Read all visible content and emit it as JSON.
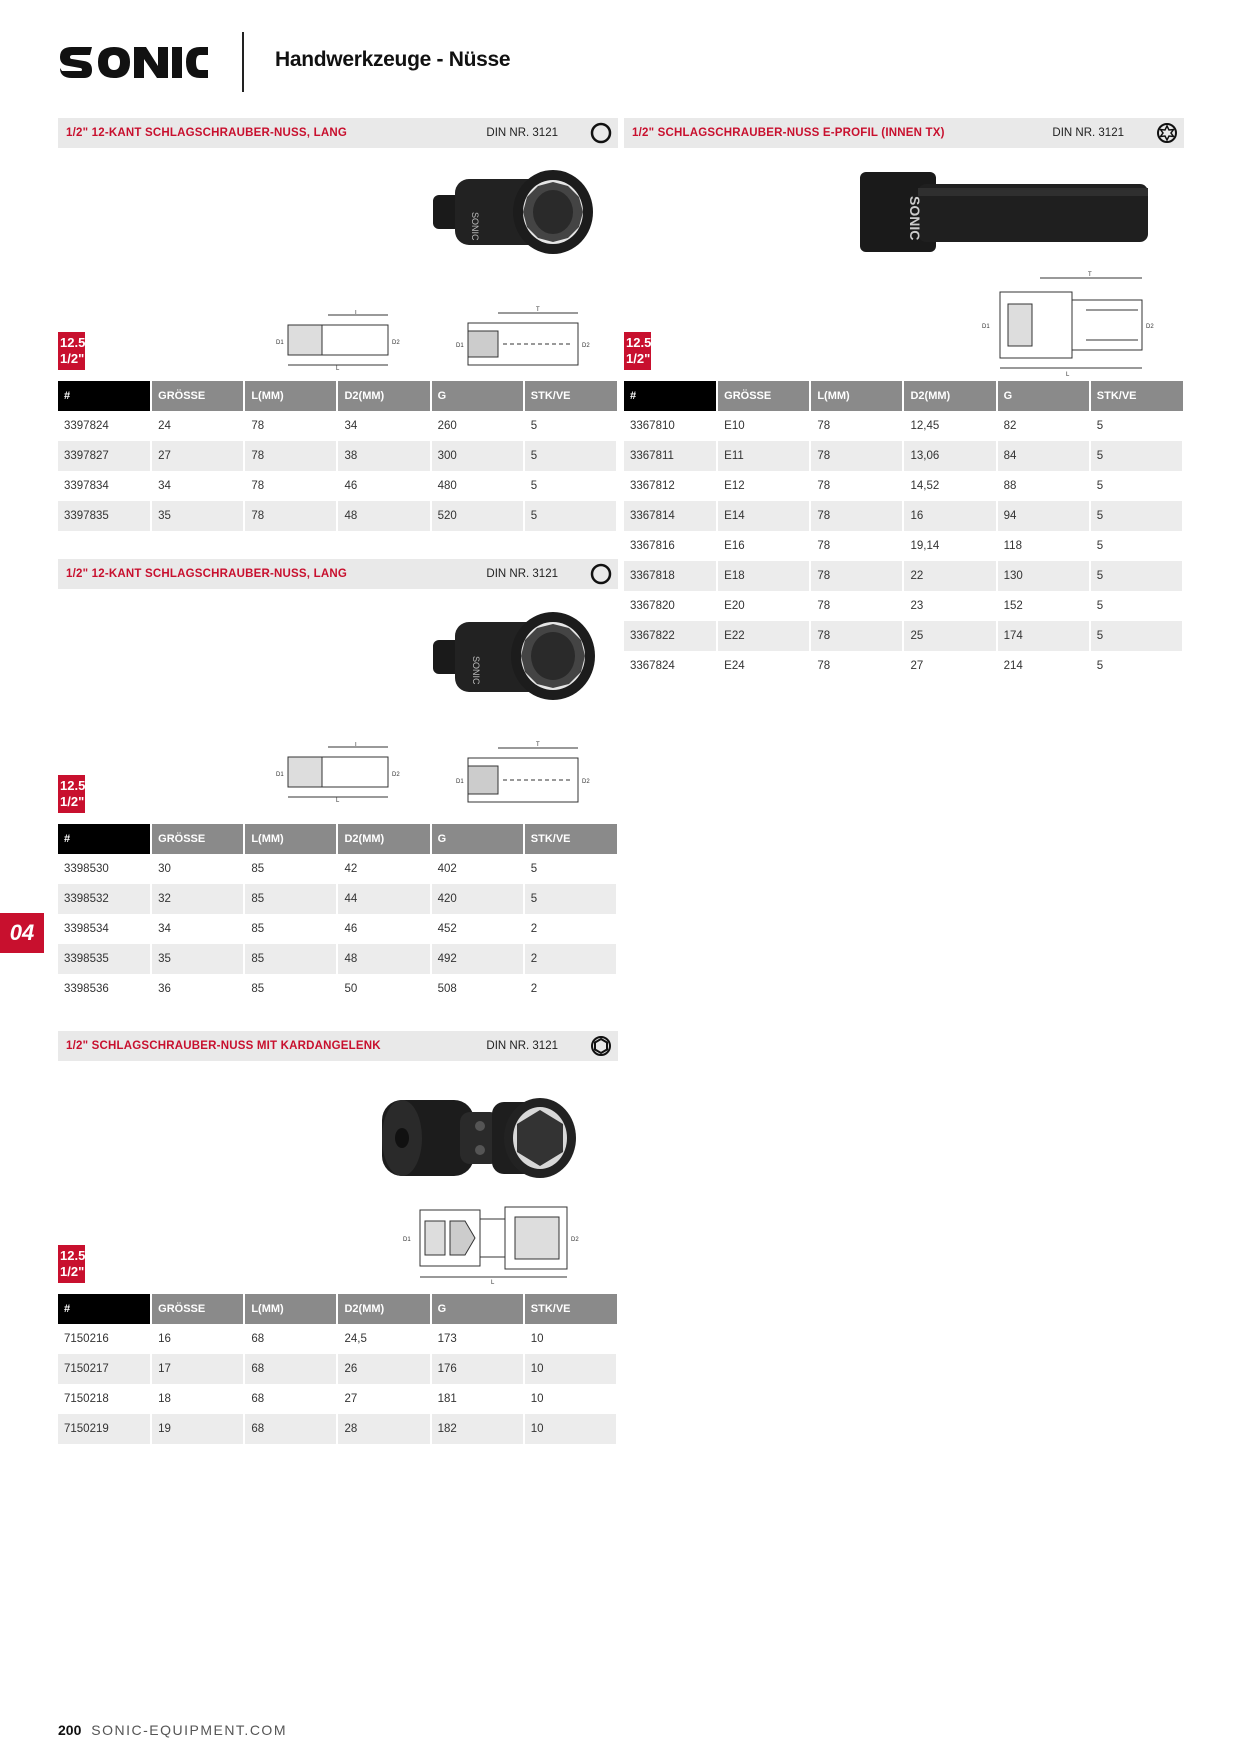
{
  "header": {
    "brand": "SONIC",
    "title": "Handwerkzeuge - Nüsse"
  },
  "chapter": "04",
  "footer": {
    "page_number": "200",
    "website": "SONIC-EQUIPMENT.COM"
  },
  "table_headers": [
    "#",
    "GRÖSSE",
    "L(MM)",
    "D2(MM)",
    "G",
    "STK/VE"
  ],
  "sections": [
    {
      "title": "1/2\" 12-KANT SCHLAGSCHRAUBER-NUSS, LANG",
      "din": "DIN NR. 3121",
      "drive_icon": "12-point-socket-icon",
      "badge_mm": "12.5",
      "badge_inch": "1/2\"",
      "rows": [
        [
          "3397824",
          "24",
          "78",
          "34",
          "260",
          "5"
        ],
        [
          "3397827",
          "27",
          "78",
          "38",
          "300",
          "5"
        ],
        [
          "3397834",
          "34",
          "78",
          "46",
          "480",
          "5"
        ],
        [
          "3397835",
          "35",
          "78",
          "48",
          "520",
          "5"
        ]
      ]
    },
    {
      "title": "1/2\" 12-KANT SCHLAGSCHRAUBER-NUSS, LANG",
      "din": "DIN NR. 3121",
      "drive_icon": "12-point-socket-icon",
      "badge_mm": "12.5",
      "badge_inch": "1/2\"",
      "rows": [
        [
          "3398530",
          "30",
          "85",
          "42",
          "402",
          "5"
        ],
        [
          "3398532",
          "32",
          "85",
          "44",
          "420",
          "5"
        ],
        [
          "3398534",
          "34",
          "85",
          "46",
          "452",
          "2"
        ],
        [
          "3398535",
          "35",
          "85",
          "48",
          "492",
          "2"
        ],
        [
          "3398536",
          "36",
          "85",
          "50",
          "508",
          "2"
        ]
      ]
    },
    {
      "title": "1/2\" SCHLAGSCHRAUBER-NUSS MIT KARDANGELENK",
      "din": "DIN NR. 3121",
      "drive_icon": "6-point-socket-icon",
      "badge_mm": "12.5",
      "badge_inch": "1/2\"",
      "rows": [
        [
          "7150216",
          "16",
          "68",
          "24,5",
          "173",
          "10"
        ],
        [
          "7150217",
          "17",
          "68",
          "26",
          "176",
          "10"
        ],
        [
          "7150218",
          "18",
          "68",
          "27",
          "181",
          "10"
        ],
        [
          "7150219",
          "19",
          "68",
          "28",
          "182",
          "10"
        ]
      ]
    },
    {
      "title": "1/2\" SCHLAGSCHRAUBER-NUSS E-PROFIL (INNEN TX)",
      "din": "DIN NR. 3121",
      "drive_icon": "torx-socket-icon",
      "badge_mm": "12.5",
      "badge_inch": "1/2\"",
      "rows": [
        [
          "3367810",
          "E10",
          "78",
          "12,45",
          "82",
          "5"
        ],
        [
          "3367811",
          "E11",
          "78",
          "13,06",
          "84",
          "5"
        ],
        [
          "3367812",
          "E12",
          "78",
          "14,52",
          "88",
          "5"
        ],
        [
          "3367814",
          "E14",
          "78",
          "16",
          "94",
          "5"
        ],
        [
          "3367816",
          "E16",
          "78",
          "19,14",
          "118",
          "5"
        ],
        [
          "3367818",
          "E18",
          "78",
          "22",
          "130",
          "5"
        ],
        [
          "3367820",
          "E20",
          "78",
          "23",
          "152",
          "5"
        ],
        [
          "3367822",
          "E22",
          "78",
          "25",
          "174",
          "5"
        ],
        [
          "3367824",
          "E24",
          "78",
          "27",
          "214",
          "5"
        ]
      ]
    }
  ],
  "drawing_labels": {
    "t": "T",
    "l": "L",
    "d1": "D1",
    "d2": "D2"
  }
}
